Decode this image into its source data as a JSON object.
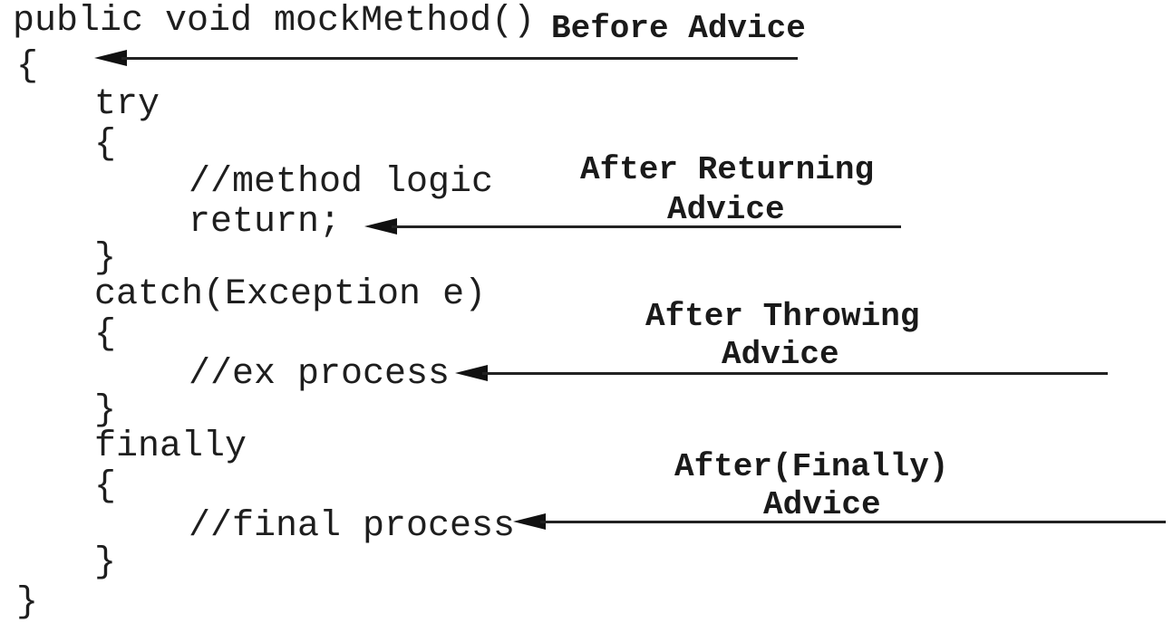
{
  "code": {
    "signature": "public void mockMethod()",
    "open_method": "{",
    "try_kw": "try",
    "try_open": "{",
    "comment_logic": "//method logic",
    "return_stmt": "return;",
    "try_close": "}",
    "catch_kw": "catch(Exception e)",
    "catch_open": "{",
    "comment_ex": "//ex process",
    "catch_close": "}",
    "finally_kw": "finally",
    "finally_open": "{",
    "comment_final": "//final process",
    "finally_close": "}",
    "close_method": "}"
  },
  "advice": {
    "before": "Before Advice",
    "after_returning_line1": "After Returning",
    "after_returning_line2": "Advice",
    "after_throwing_line1": "After Throwing",
    "after_throwing_line2": "Advice",
    "after_finally_line1": "After(Finally)",
    "after_finally_line2": "Advice"
  }
}
